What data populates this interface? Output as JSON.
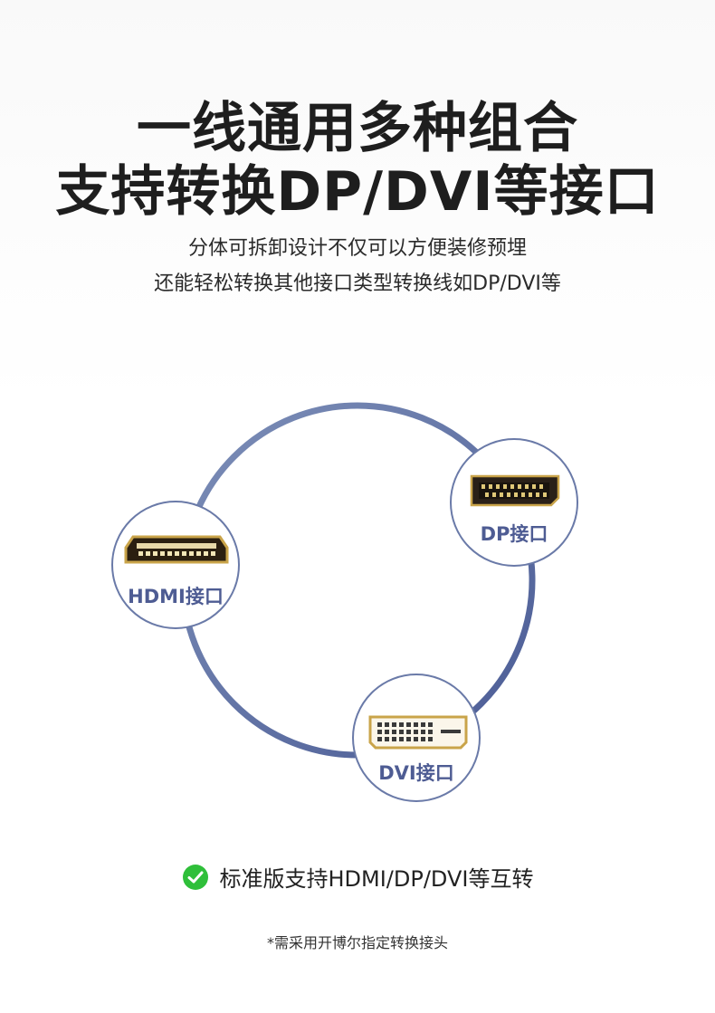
{
  "headline": {
    "line1": "一线通用多种组合",
    "line2": "支持转换DP/DVI等接口"
  },
  "subtitle": {
    "line1": "分体可拆卸设计不仅可以方便装修预埋",
    "line2": "还能轻松转换其他接口类型转换线如DP/DVI等"
  },
  "ports": {
    "hdmi": {
      "label": "HDMI接口",
      "icon": "hdmi-port-icon"
    },
    "dp": {
      "label": "DP接口",
      "icon": "displayport-icon"
    },
    "dvi": {
      "label": "DVI接口",
      "icon": "dvi-port-icon"
    }
  },
  "standard": {
    "text": "标准版支持HDMI/DP/DVI等互转",
    "icon": "check-circle-icon"
  },
  "note": "*需采用开博尔指定转换接头",
  "colors": {
    "ring": "#5b6fa6",
    "label": "#4e5c93",
    "check": "#2fbf3a",
    "connector_gold": "#c9a44a"
  }
}
